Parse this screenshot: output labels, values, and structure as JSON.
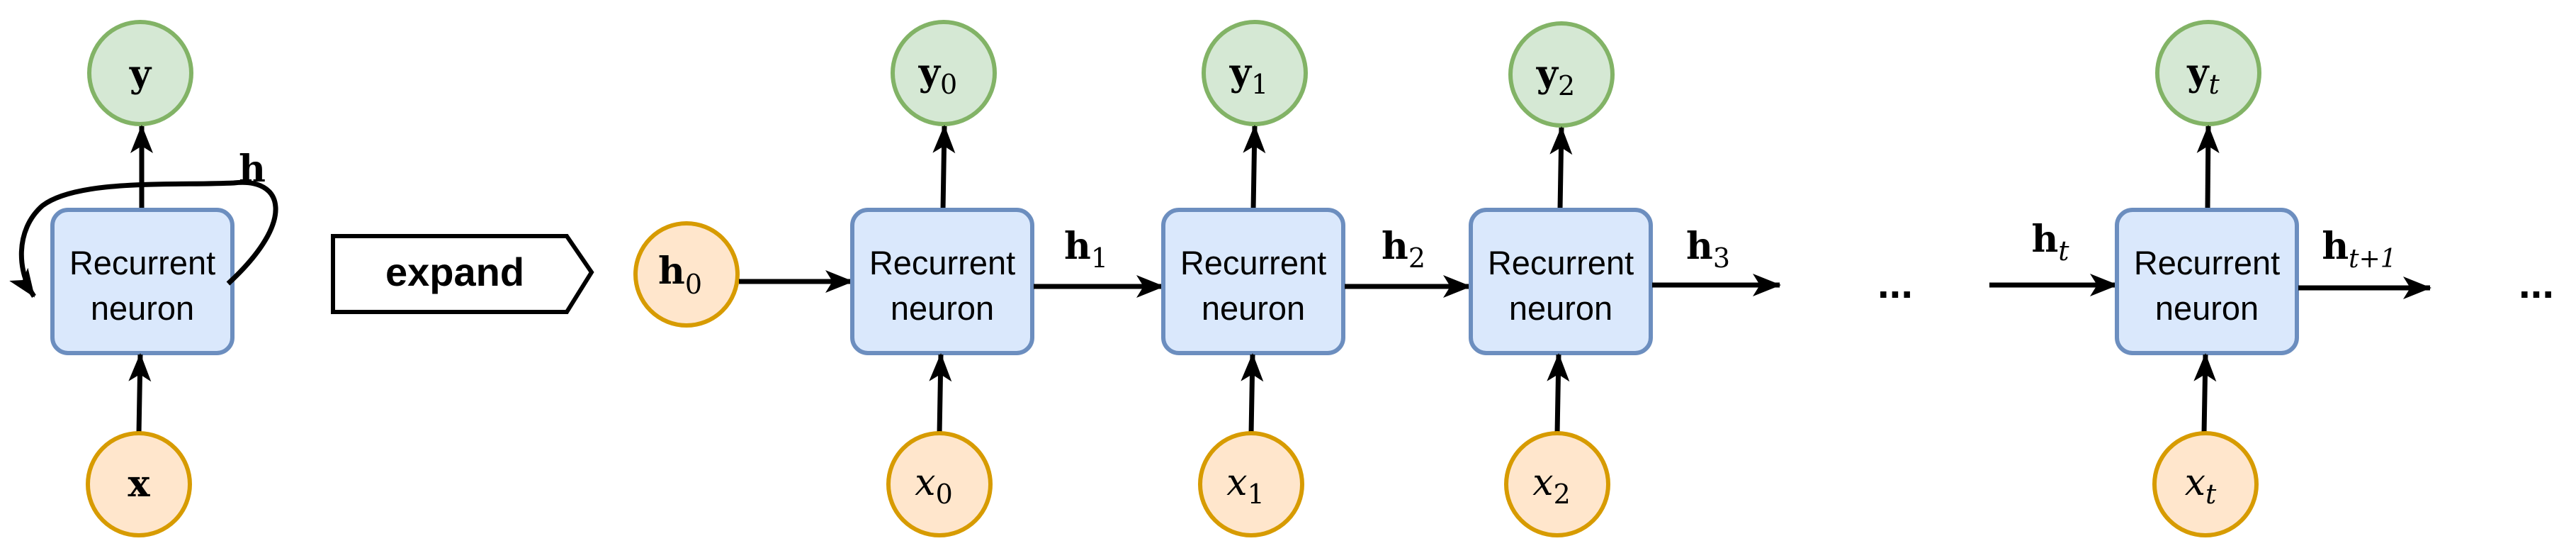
{
  "colors": {
    "neuron_fill": "#dae8fc",
    "neuron_stroke": "#6c8ebf",
    "output_fill": "#d5e8d4",
    "output_stroke": "#82b366",
    "input_fill": "#ffe6cc",
    "input_stroke": "#d79b00",
    "arrow": "#000000"
  },
  "folded": {
    "neuron_line1": "Recurrent",
    "neuron_line2": "neuron",
    "output": "y",
    "input": "x",
    "hidden": "h"
  },
  "expand_label": "expand",
  "unrolled": {
    "initial_state": {
      "base": "h",
      "sub": "0"
    },
    "neuron_line1": "Recurrent",
    "neuron_line2": "neuron",
    "steps": [
      {
        "output": {
          "base": "y",
          "sub": "0"
        },
        "input": {
          "base": "x",
          "sub": "0"
        },
        "next_state": {
          "base": "h",
          "sub": "1"
        }
      },
      {
        "output": {
          "base": "y",
          "sub": "1"
        },
        "input": {
          "base": "x",
          "sub": "1"
        },
        "next_state": {
          "base": "h",
          "sub": "2"
        }
      },
      {
        "output": {
          "base": "y",
          "sub": "2"
        },
        "input": {
          "base": "x",
          "sub": "2"
        },
        "next_state": {
          "base": "h",
          "sub": "3"
        }
      }
    ],
    "ellipsis_1": "...",
    "last_step": {
      "incoming_state": {
        "base": "h",
        "sub": "t"
      },
      "output": {
        "base": "y",
        "sub": "t"
      },
      "input": {
        "base": "x",
        "sub": "t"
      },
      "next_state": {
        "base": "h",
        "sub": "t+1"
      }
    },
    "ellipsis_2": "..."
  }
}
